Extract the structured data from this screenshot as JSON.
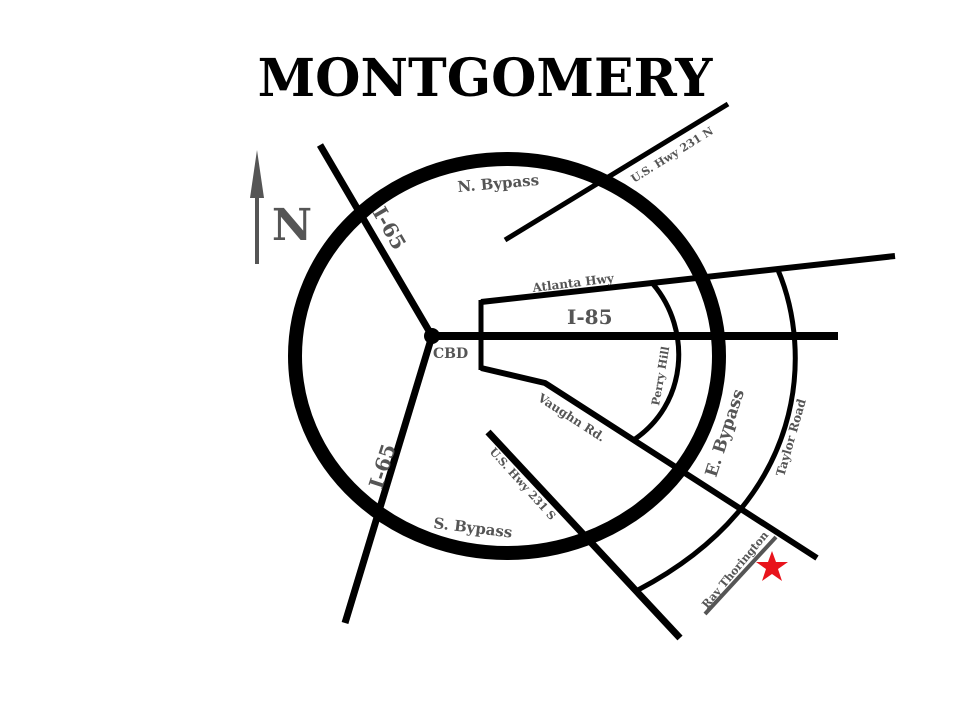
{
  "map": {
    "title": "MONTGOMERY",
    "north_label": "N",
    "labels": {
      "i65_north": "I-65",
      "i65_south": "I-65",
      "i85": "I-85",
      "cbd": "CBD",
      "n_bypass": "N. Bypass",
      "s_bypass": "S. Bypass",
      "e_bypass": "E. Bypass",
      "us231n": "U.S. Hwy 231 N",
      "us231s": "U.S. Hwy 231 S",
      "atlanta_hwy": "Atlanta Hwy",
      "perry_hill": "Perry Hill",
      "vaughn_rd": "Vaughn Rd.",
      "taylor_road": "Taylor Road",
      "ray_thorington": "Ray Thorington"
    },
    "colors": {
      "roads": "#000000",
      "labels": "#555555",
      "marker": "#e8141c"
    },
    "marker_icon": "star-icon"
  }
}
